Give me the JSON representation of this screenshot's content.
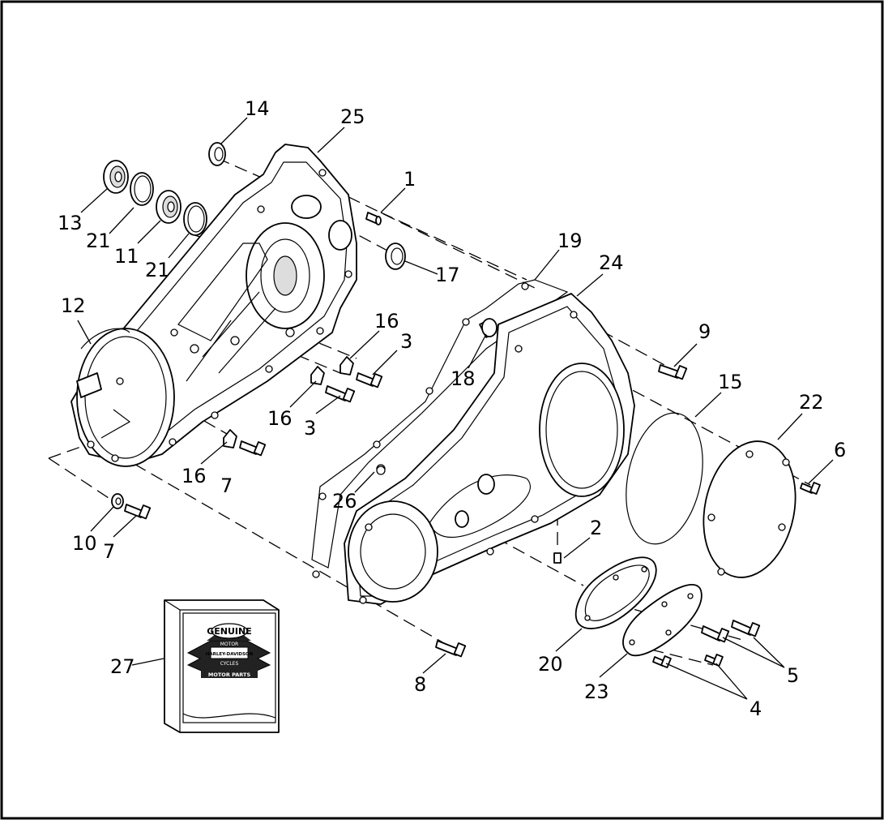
{
  "callouts": [
    {
      "id": "c14",
      "text": "14"
    },
    {
      "id": "c25",
      "text": "25"
    },
    {
      "id": "c1",
      "text": "1"
    },
    {
      "id": "c13",
      "text": "13"
    },
    {
      "id": "c21a",
      "text": "21"
    },
    {
      "id": "c11",
      "text": "11"
    },
    {
      "id": "c21b",
      "text": "21"
    },
    {
      "id": "c17",
      "text": "17"
    },
    {
      "id": "c19",
      "text": "19"
    },
    {
      "id": "c24",
      "text": "24"
    },
    {
      "id": "c12",
      "text": "12"
    },
    {
      "id": "c16a",
      "text": "16"
    },
    {
      "id": "c3a",
      "text": "3"
    },
    {
      "id": "c18",
      "text": "18"
    },
    {
      "id": "c9",
      "text": "9"
    },
    {
      "id": "c15",
      "text": "15"
    },
    {
      "id": "c22",
      "text": "22"
    },
    {
      "id": "c16b",
      "text": "16"
    },
    {
      "id": "c3b",
      "text": "3"
    },
    {
      "id": "c6",
      "text": "6"
    },
    {
      "id": "c16c",
      "text": "16"
    },
    {
      "id": "c7a",
      "text": "7"
    },
    {
      "id": "c26",
      "text": "26"
    },
    {
      "id": "c2",
      "text": "2"
    },
    {
      "id": "c10",
      "text": "10"
    },
    {
      "id": "c7b",
      "text": "7"
    },
    {
      "id": "c27",
      "text": "27"
    },
    {
      "id": "c20",
      "text": "20"
    },
    {
      "id": "c5",
      "text": "5"
    },
    {
      "id": "c8",
      "text": "8"
    },
    {
      "id": "c23",
      "text": "23"
    },
    {
      "id": "c4",
      "text": "4"
    }
  ],
  "logo": {
    "line1": "GENUINE",
    "line2": "MOTOR",
    "line3": "HARLEY-DAVIDSON",
    "line4": "CYCLES",
    "line5": "MOTOR PARTS"
  }
}
